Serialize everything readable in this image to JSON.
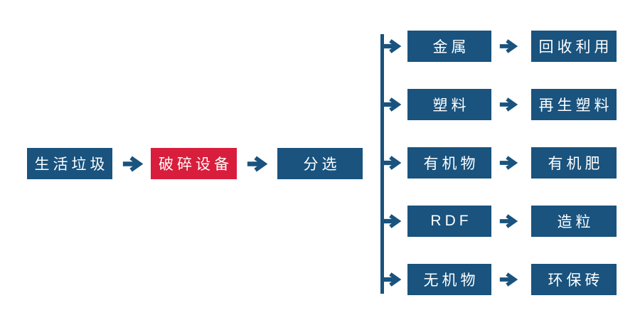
{
  "colors": {
    "primary_blue": "#19537E",
    "accent_red": "#D81E3C",
    "text": "#FFFFFF",
    "background": "#FFFFFF"
  },
  "icons": {
    "arrow_right": "→"
  },
  "main_flow": {
    "nodes": [
      {
        "label": "生活垃圾",
        "variant": "primary"
      },
      {
        "label": "破碎设备",
        "variant": "accent"
      },
      {
        "label": "分选",
        "variant": "primary"
      }
    ]
  },
  "branches": [
    {
      "category": "金属",
      "output": "回收利用"
    },
    {
      "category": "塑料",
      "output": "再生塑料"
    },
    {
      "category": "有机物",
      "output": "有机肥"
    },
    {
      "category": "RDF",
      "output": "造粒"
    },
    {
      "category": "无机物",
      "output": "环保砖"
    }
  ]
}
